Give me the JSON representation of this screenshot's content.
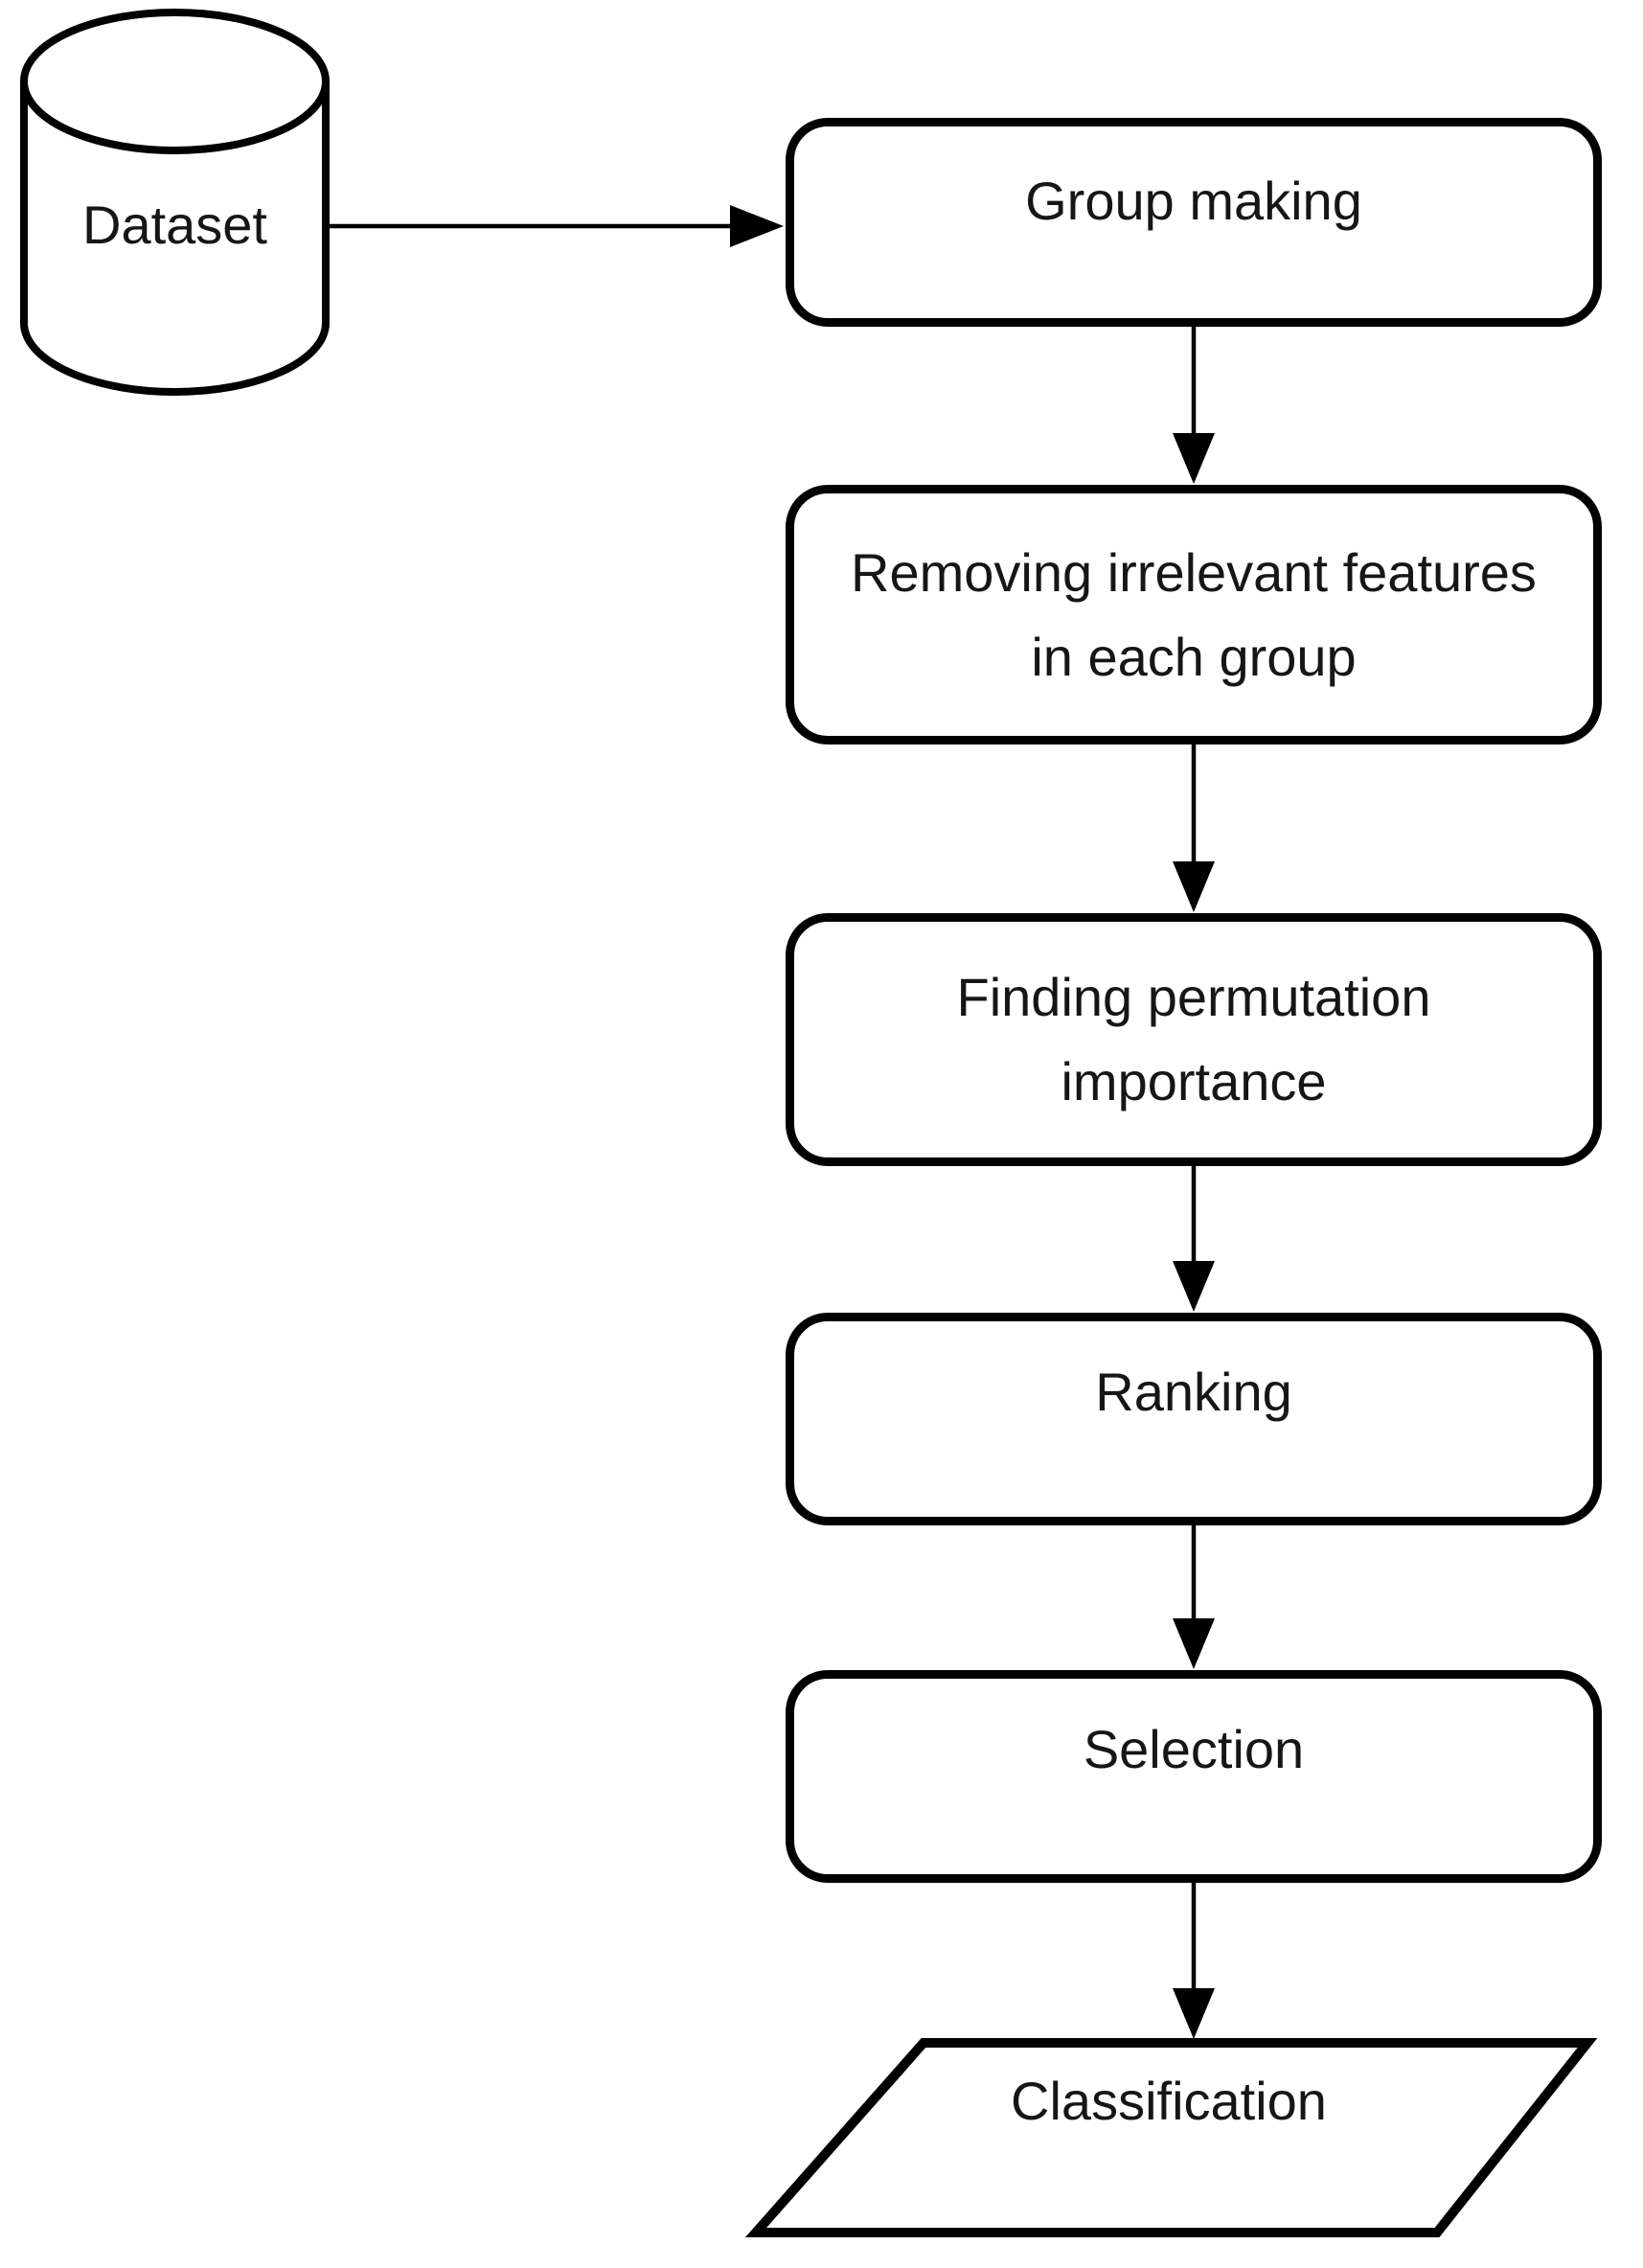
{
  "diagram": {
    "type": "flowchart",
    "colors": {
      "stroke": "#000000",
      "fill": "#ffffff",
      "text": "#161616",
      "background": "#ffffff"
    },
    "nodes": {
      "dataset": {
        "label": "Dataset",
        "shape": "database-cylinder"
      },
      "group_making": {
        "label": "Group making",
        "shape": "rounded-rectangle"
      },
      "removing": {
        "label": "Removing irrelevant features in each group",
        "shape": "rounded-rectangle"
      },
      "permutation": {
        "label": "Finding permutation importance",
        "shape": "rounded-rectangle"
      },
      "ranking": {
        "label": "Ranking",
        "shape": "rounded-rectangle"
      },
      "selection": {
        "label": "Selection",
        "shape": "rounded-rectangle"
      },
      "classification": {
        "label": "Classification",
        "shape": "parallelogram"
      }
    },
    "edges": [
      {
        "from": "dataset",
        "to": "group_making",
        "direction": "right"
      },
      {
        "from": "group_making",
        "to": "removing",
        "direction": "down"
      },
      {
        "from": "removing",
        "to": "permutation",
        "direction": "down"
      },
      {
        "from": "permutation",
        "to": "ranking",
        "direction": "down"
      },
      {
        "from": "ranking",
        "to": "selection",
        "direction": "down"
      },
      {
        "from": "selection",
        "to": "classification",
        "direction": "down"
      }
    ]
  }
}
